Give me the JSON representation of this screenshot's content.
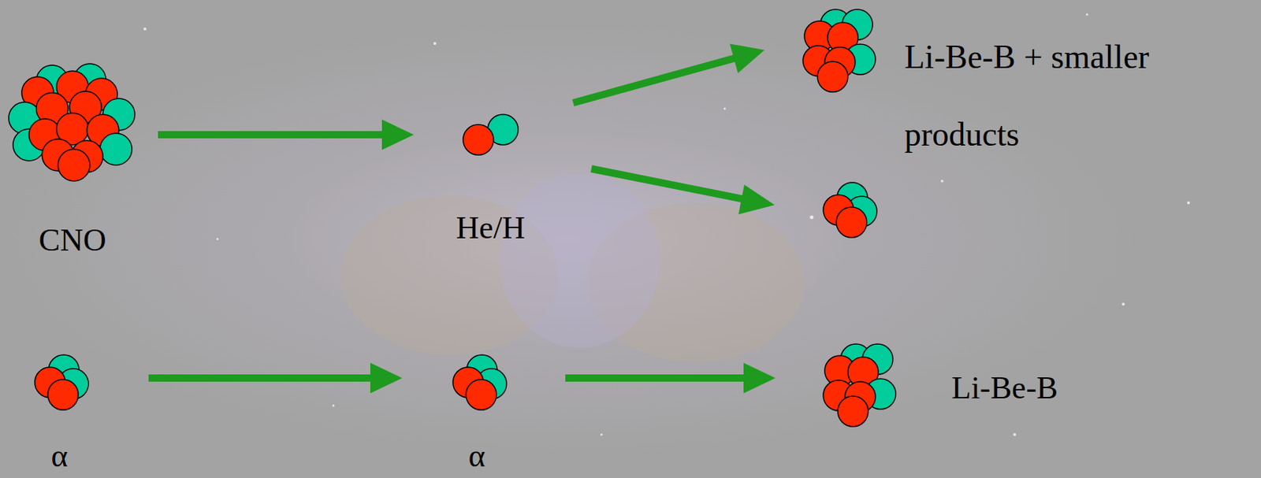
{
  "diagram": {
    "nodes": [
      {
        "text": [
          "CNO"
        ]
      },
      {
        "text": [
          "He/H"
        ]
      },
      {
        "text": [
          "Li-Be-B + smaller products"
        ]
      },
      {
        "text": [
          "α"
        ]
      },
      {
        "text": [
          "α"
        ]
      },
      {
        "text": [
          "Li-Be-B"
        ]
      }
    ],
    "edges": [
      {
        "from": 0,
        "to": 1,
        "arrow": "to"
      },
      {
        "from": 1,
        "to": 2,
        "arrow": "to"
      },
      {
        "from": 3,
        "to": 4,
        "arrow": "to"
      },
      {
        "from": 4,
        "to": 5,
        "arrow": "to"
      }
    ]
  }
}
